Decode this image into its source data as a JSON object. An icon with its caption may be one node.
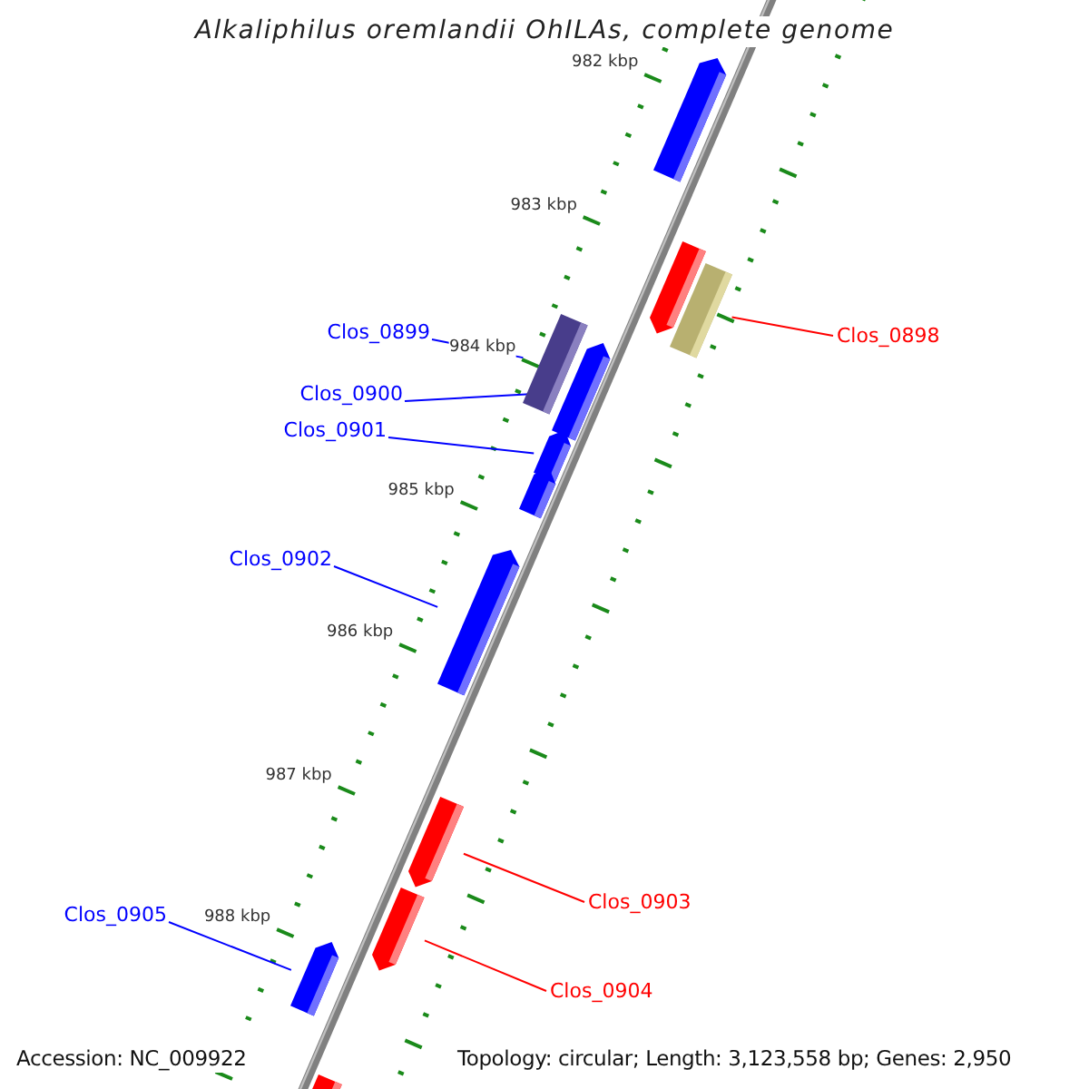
{
  "diagram": {
    "title": "Alkaliphilus oremlandii OhILAs, complete genome",
    "nodes": [
      {
        "text": [],
        "shape": "bar"
      },
      {
        "text": [],
        "shape": "bar"
      },
      {
        "text": [],
        "shape": "bar"
      },
      {
        "text": [
          "Clos_0898"
        ]
      },
      {
        "text": [
          "Clos_0899"
        ]
      },
      {
        "text": [],
        "shape": "bar"
      },
      {
        "text": [],
        "shape": "bar"
      },
      {
        "text": [
          "Clos_0900"
        ]
      },
      {
        "text": [
          "Clos_0901"
        ]
      },
      {
        "text": [],
        "shape": "bar"
      },
      {
        "text": [],
        "shape": "bar"
      },
      {
        "text": [
          "Clos_0902"
        ]
      },
      {
        "text": [],
        "shape": "bar"
      },
      {
        "text": [],
        "shape": "bar"
      },
      {
        "text": [
          "Clos_0903"
        ]
      },
      {
        "text": [],
        "shape": "bar"
      },
      {
        "text": [
          "Clos_0904"
        ]
      },
      {
        "text": [
          "Clos_0905"
        ]
      },
      {
        "text": [],
        "shape": "bar"
      },
      {
        "text": [],
        "shape": "bar"
      }
    ],
    "edges": [
      {
        "from": 3,
        "to": 2,
        "arrow": "none",
        "color": "#ff0000"
      },
      {
        "from": 4,
        "to": 5,
        "arrow": "none"
      },
      {
        "from": 7,
        "to": 6,
        "arrow": "none"
      },
      {
        "from": 8,
        "to": 9,
        "arrow": "none"
      },
      {
        "from": 11,
        "to": 12,
        "arrow": "none"
      },
      {
        "from": 14,
        "to": 13,
        "arrow": "none",
        "color": "#ff0000"
      },
      {
        "from": 16,
        "to": 15,
        "arrow": "none",
        "color": "#ff0000"
      },
      {
        "from": 17,
        "to": 18,
        "arrow": "none"
      }
    ],
    "labels": [
      "982 kbp",
      "983 kbp",
      "984 kbp",
      "985 kbp",
      "986 kbp",
      "987 kbp",
      "988 kbp",
      "Accession: NC_009922",
      "Topology: circular; Length: 3,123,558 bp; Genes: 2,950"
    ]
  }
}
